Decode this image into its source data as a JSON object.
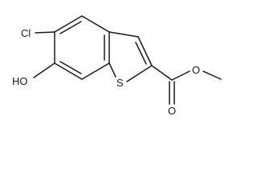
{
  "labels": {
    "chlorine": "Cl",
    "hydroxyl": "HO",
    "sulfur": "S",
    "carbonyl_oxygen": "O",
    "ester_oxygen": "O"
  },
  "colors": {
    "ink": "#1a1a1a",
    "background": "#ffffff"
  }
}
